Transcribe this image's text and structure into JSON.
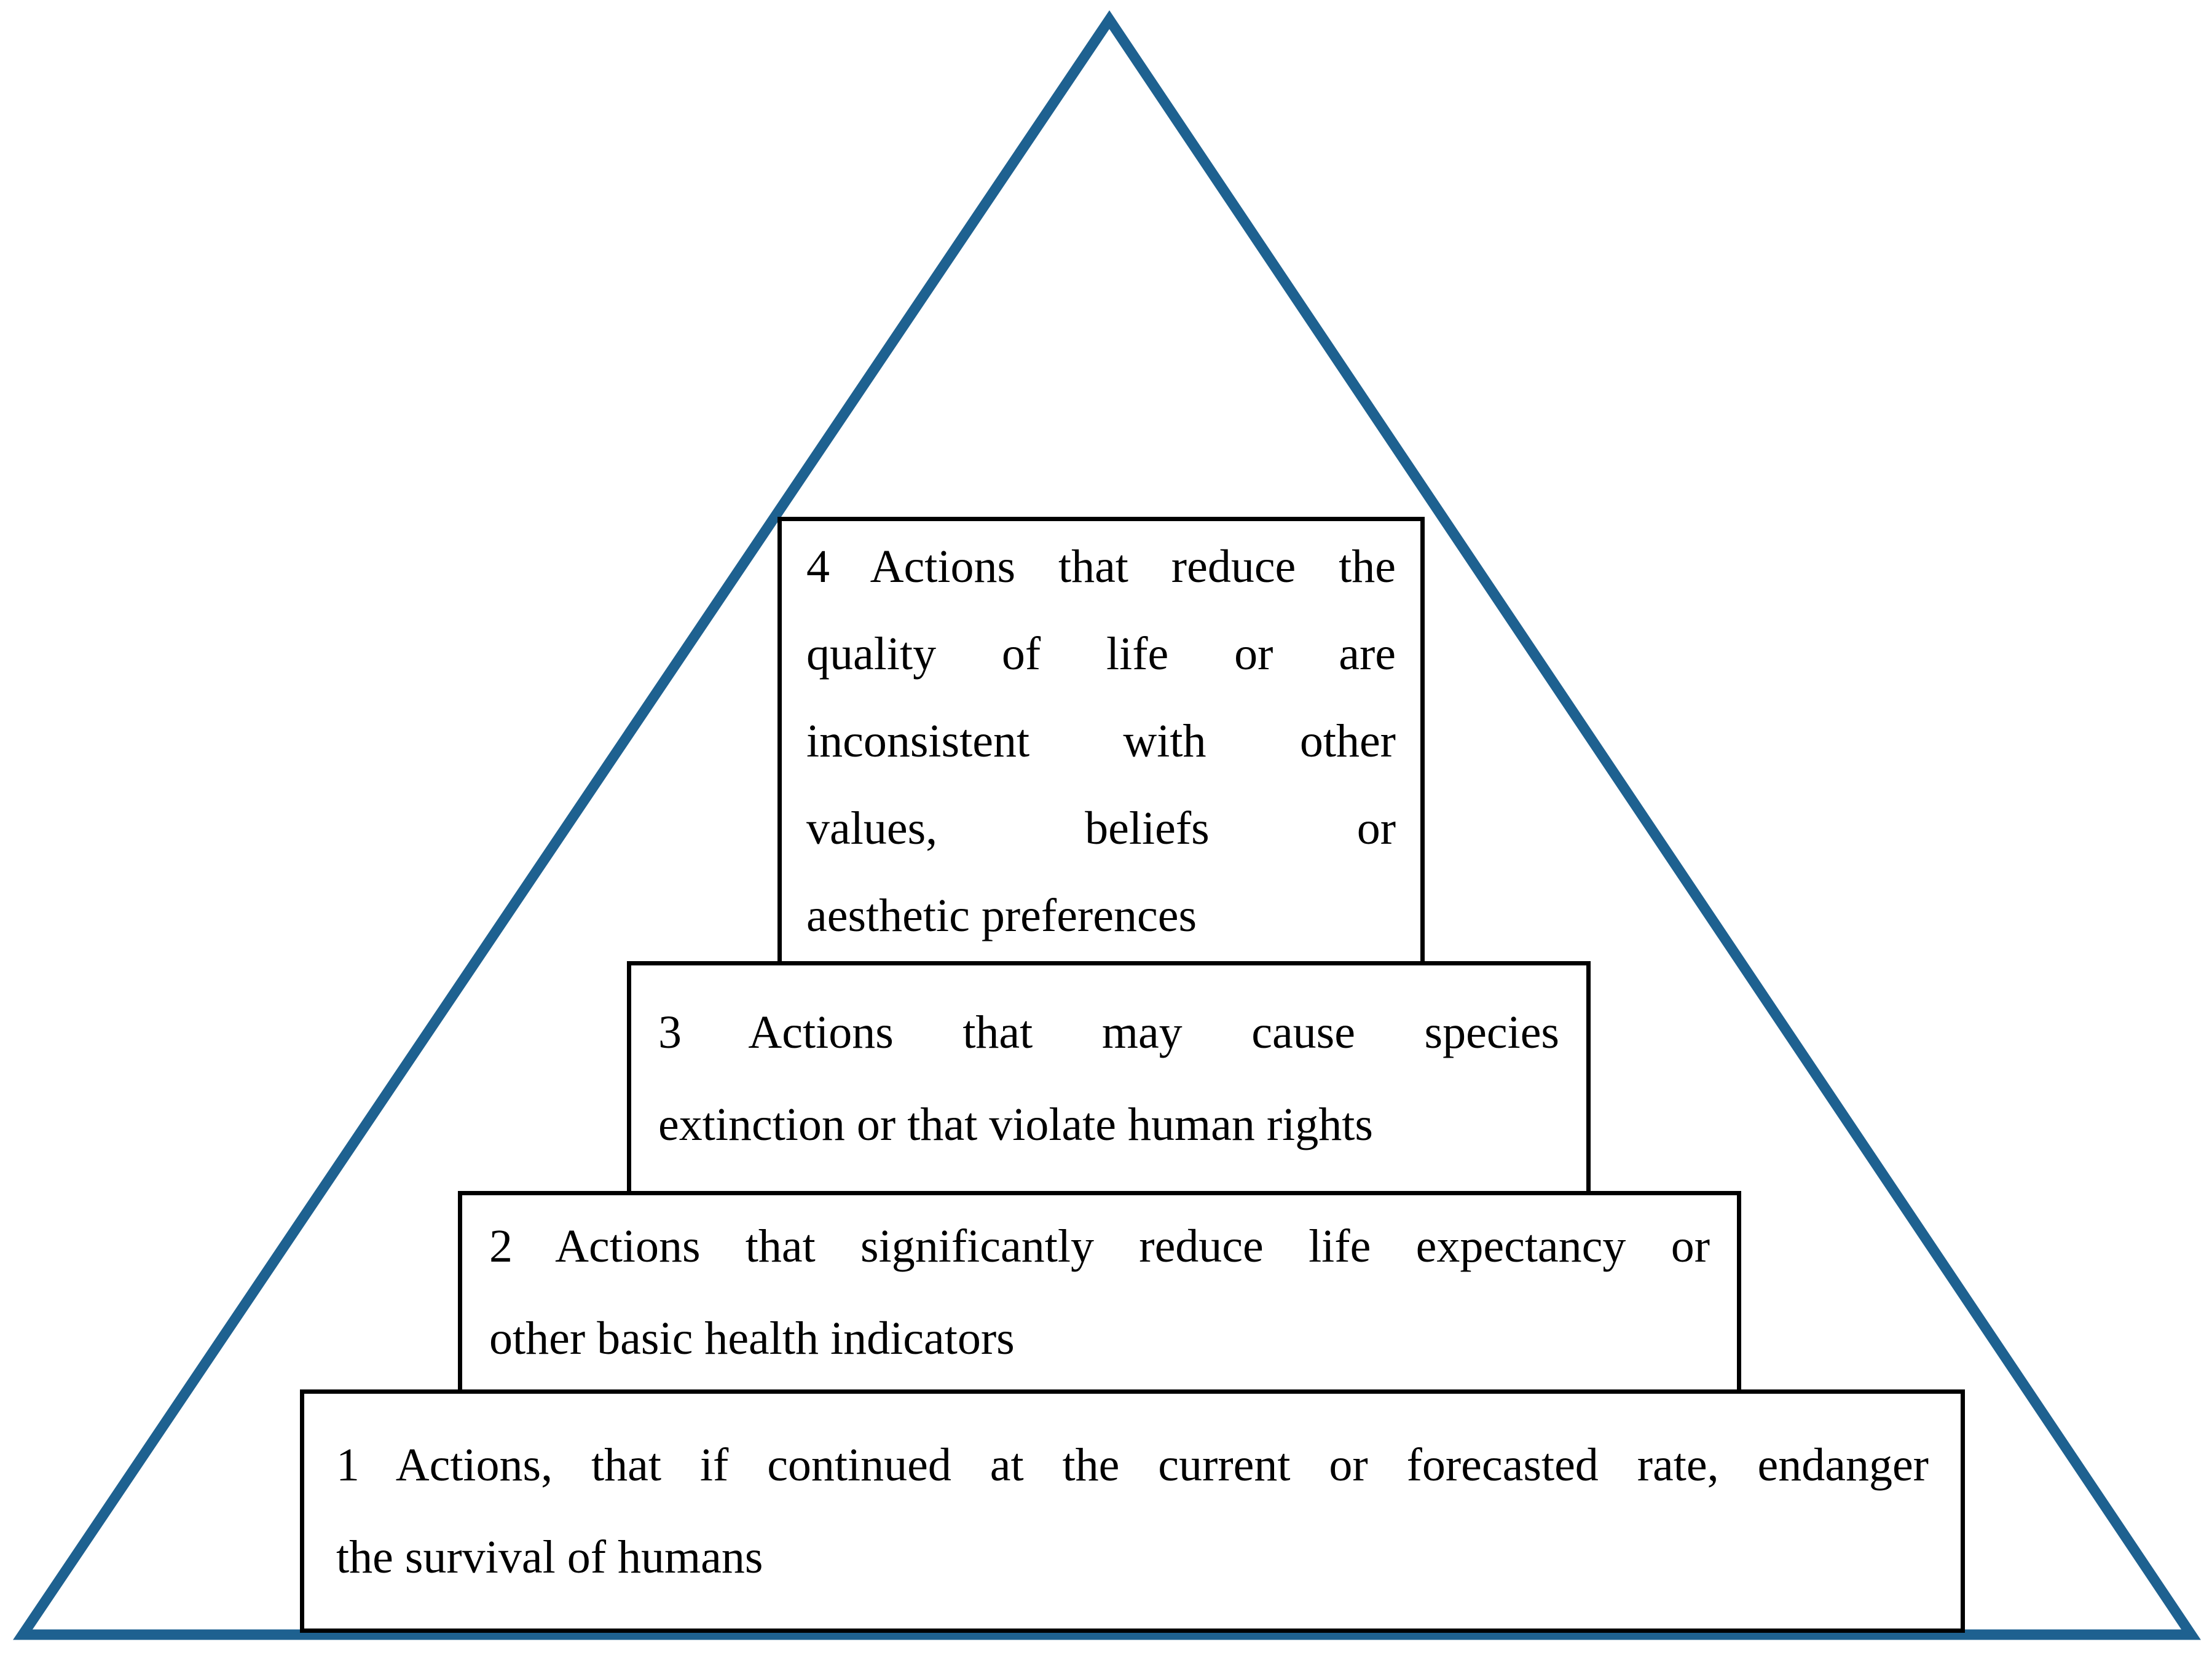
{
  "pyramid": {
    "outline_color": "#1E6190",
    "levels": [
      {
        "rank": "4",
        "lines": [
          "4 Actions that reduce the",
          "quality of life or are",
          "inconsistent with other",
          "values, beliefs or",
          "aesthetic preferences"
        ]
      },
      {
        "rank": "3",
        "lines": [
          "3 Actions that may cause species",
          "extinction or that violate human rights"
        ]
      },
      {
        "rank": "2",
        "lines": [
          "2 Actions that significantly reduce life expectancy or",
          "other basic health indicators"
        ]
      },
      {
        "rank": "1",
        "lines": [
          "1 Actions, that if continued at the current or forecasted rate, endanger",
          "the survival of humans"
        ]
      }
    ]
  }
}
